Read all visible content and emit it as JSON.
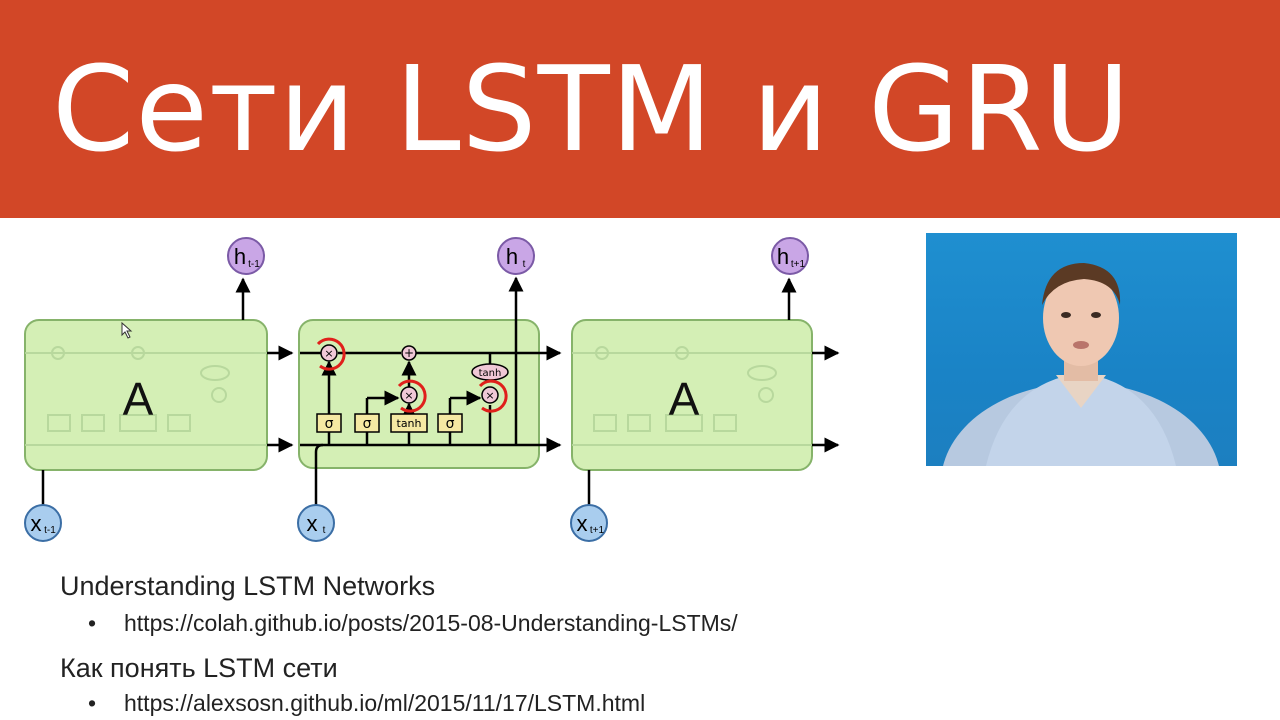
{
  "slide": {
    "title": "Сети LSTM и GRU",
    "colors": {
      "title_bg": "#d24727",
      "cell_fill": "#d4efb5",
      "cell_border": "#86b36a",
      "state_node": "#c9a6e6",
      "input_node": "#a9cdee",
      "gate_box": "#f5e9a3",
      "highlight": "#e0201b"
    }
  },
  "diagram": {
    "cell_label_left": "A",
    "cell_label_right": "A",
    "outputs": [
      {
        "base": "h",
        "sub": "t-1"
      },
      {
        "base": "h",
        "sub": "t"
      },
      {
        "base": "h",
        "sub": "t+1"
      }
    ],
    "inputs": [
      {
        "base": "x",
        "sub": "t-1"
      },
      {
        "base": "x",
        "sub": "t"
      },
      {
        "base": "x",
        "sub": "t+1"
      }
    ],
    "gates": [
      "σ",
      "σ",
      "tanh",
      "σ"
    ],
    "mult_symbol": "×",
    "add_symbol": "+",
    "tanh_label": "tanh"
  },
  "references": [
    {
      "heading": "Understanding LSTM Networks",
      "link": "https://colah.github.io/posts/2015-08-Understanding-LSTMs/"
    },
    {
      "heading": "Как понять LSTM сети",
      "link": "https://alexsosn.github.io/ml/2015/11/17/LSTM.html"
    }
  ],
  "bullet": "•"
}
